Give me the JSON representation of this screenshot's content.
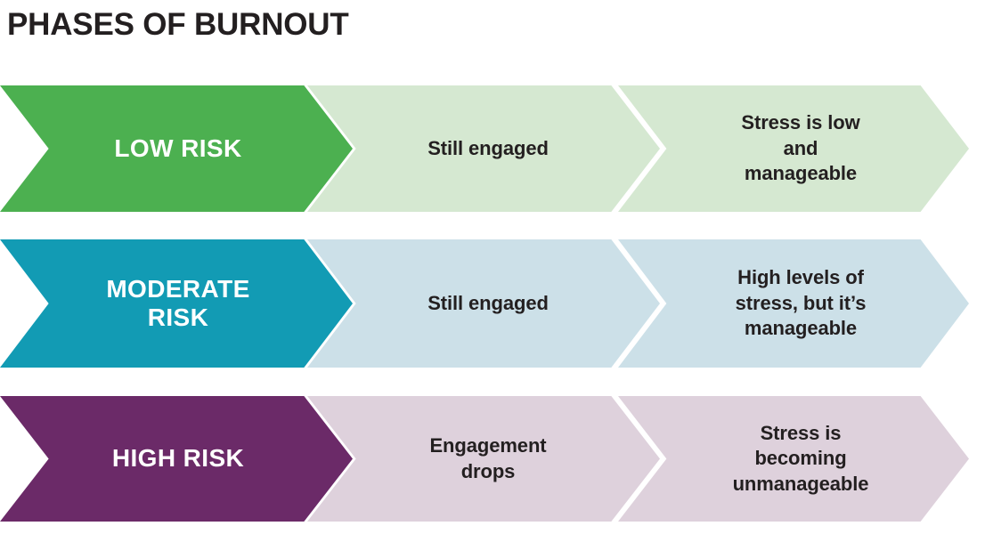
{
  "title": "PHASES OF BURNOUT",
  "colors": {
    "title_text": "#231F20",
    "body_text": "#231F20",
    "primary_text": "#FFFFFF",
    "background": "#FFFFFF",
    "low_risk_primary": "#4CB050",
    "low_risk_tint": "#D5E8D1",
    "moderate_risk_primary": "#129BB4",
    "moderate_risk_tint": "#CCE0E8",
    "high_risk_primary": "#6B2A68",
    "high_risk_tint": "#DED1DC"
  },
  "rows": [
    {
      "id": "low-risk",
      "primary_color": "#4CB050",
      "tint_color": "#D5E8D1",
      "cells": [
        {
          "id": "low-risk-label",
          "kind": "primary",
          "text": "LOW RISK"
        },
        {
          "id": "low-risk-engagement",
          "kind": "secondary",
          "text": "Still engaged"
        },
        {
          "id": "low-risk-stress",
          "kind": "secondary",
          "text": "Stress is low\nand\nmanageable"
        }
      ]
    },
    {
      "id": "moderate-risk",
      "primary_color": "#129BB4",
      "tint_color": "#CCE0E8",
      "cells": [
        {
          "id": "moderate-risk-label",
          "kind": "primary",
          "text": "MODERATE\nRISK"
        },
        {
          "id": "moderate-risk-engagement",
          "kind": "secondary",
          "text": "Still engaged"
        },
        {
          "id": "moderate-risk-stress",
          "kind": "secondary",
          "text": "High levels of\nstress, but it’s\nmanageable"
        }
      ]
    },
    {
      "id": "high-risk",
      "primary_color": "#6B2A68",
      "tint_color": "#DED1DC",
      "cells": [
        {
          "id": "high-risk-label",
          "kind": "primary",
          "text": "HIGH RISK"
        },
        {
          "id": "high-risk-engagement",
          "kind": "secondary",
          "text": "Engagement\ndrops"
        },
        {
          "id": "high-risk-stress",
          "kind": "secondary",
          "text": "Stress is\nbecoming\nunmanageable"
        }
      ]
    }
  ]
}
